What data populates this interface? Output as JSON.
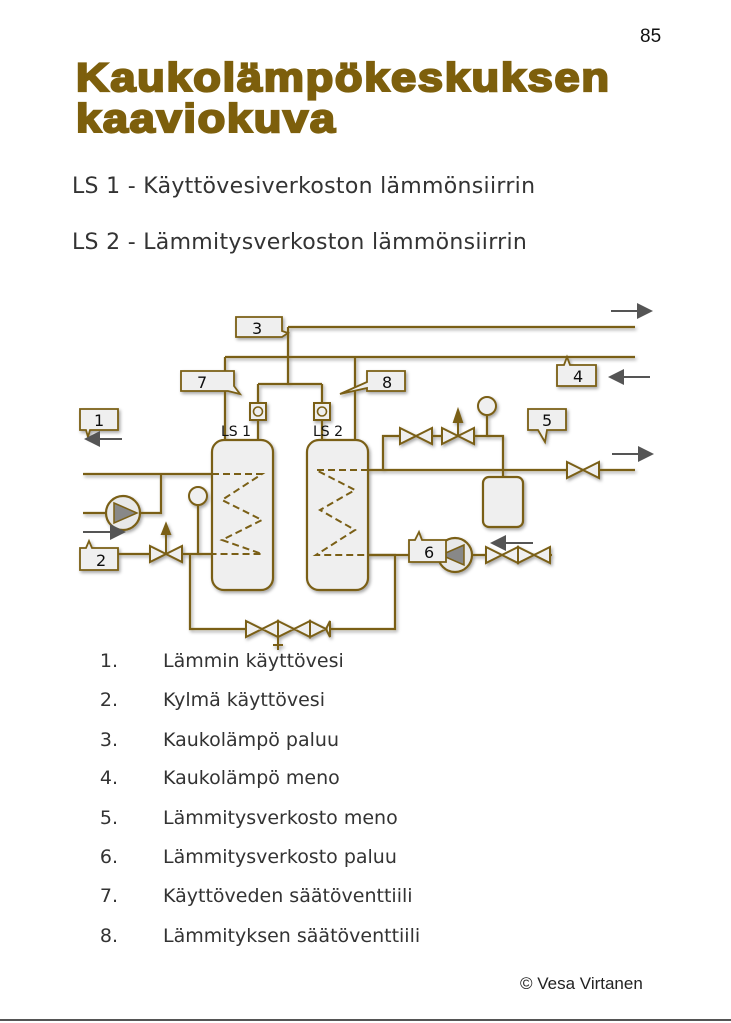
{
  "page_number": "85",
  "title_lines": [
    "Kaukolämpökeskuksen",
    "kaaviokuva"
  ],
  "subtitles": [
    "LS 1  - Käyttövesiverkoston lämmönsiirrin",
    "LS 2 - Lämmitysverkoston lämmönsiirrin"
  ],
  "diagram": {
    "tank_labels": [
      "LS 1",
      "LS 2"
    ],
    "callouts": [
      "1",
      "2",
      "3",
      "4",
      "5",
      "6",
      "7",
      "8"
    ]
  },
  "legend": [
    {
      "num": "1.",
      "label": "Lämmin käyttövesi"
    },
    {
      "num": "2.",
      "label": "Kylmä käyttövesi"
    },
    {
      "num": "3.",
      "label": "Kaukolämpö paluu"
    },
    {
      "num": "4.",
      "label": "Kaukolämpö meno"
    },
    {
      "num": "5.",
      "label": "Lämmitysverkosto meno"
    },
    {
      "num": "6.",
      "label": "Lämmitysverkosto paluu"
    },
    {
      "num": "7.",
      "label": "Käyttöveden säätöventtiili"
    },
    {
      "num": "8.",
      "label": "Lämmityksen säätöventtiili"
    }
  ],
  "copyright": "© Vesa Virtanen",
  "colors": {
    "title": "#7d5f0c",
    "pipe": "#7a5f14"
  }
}
